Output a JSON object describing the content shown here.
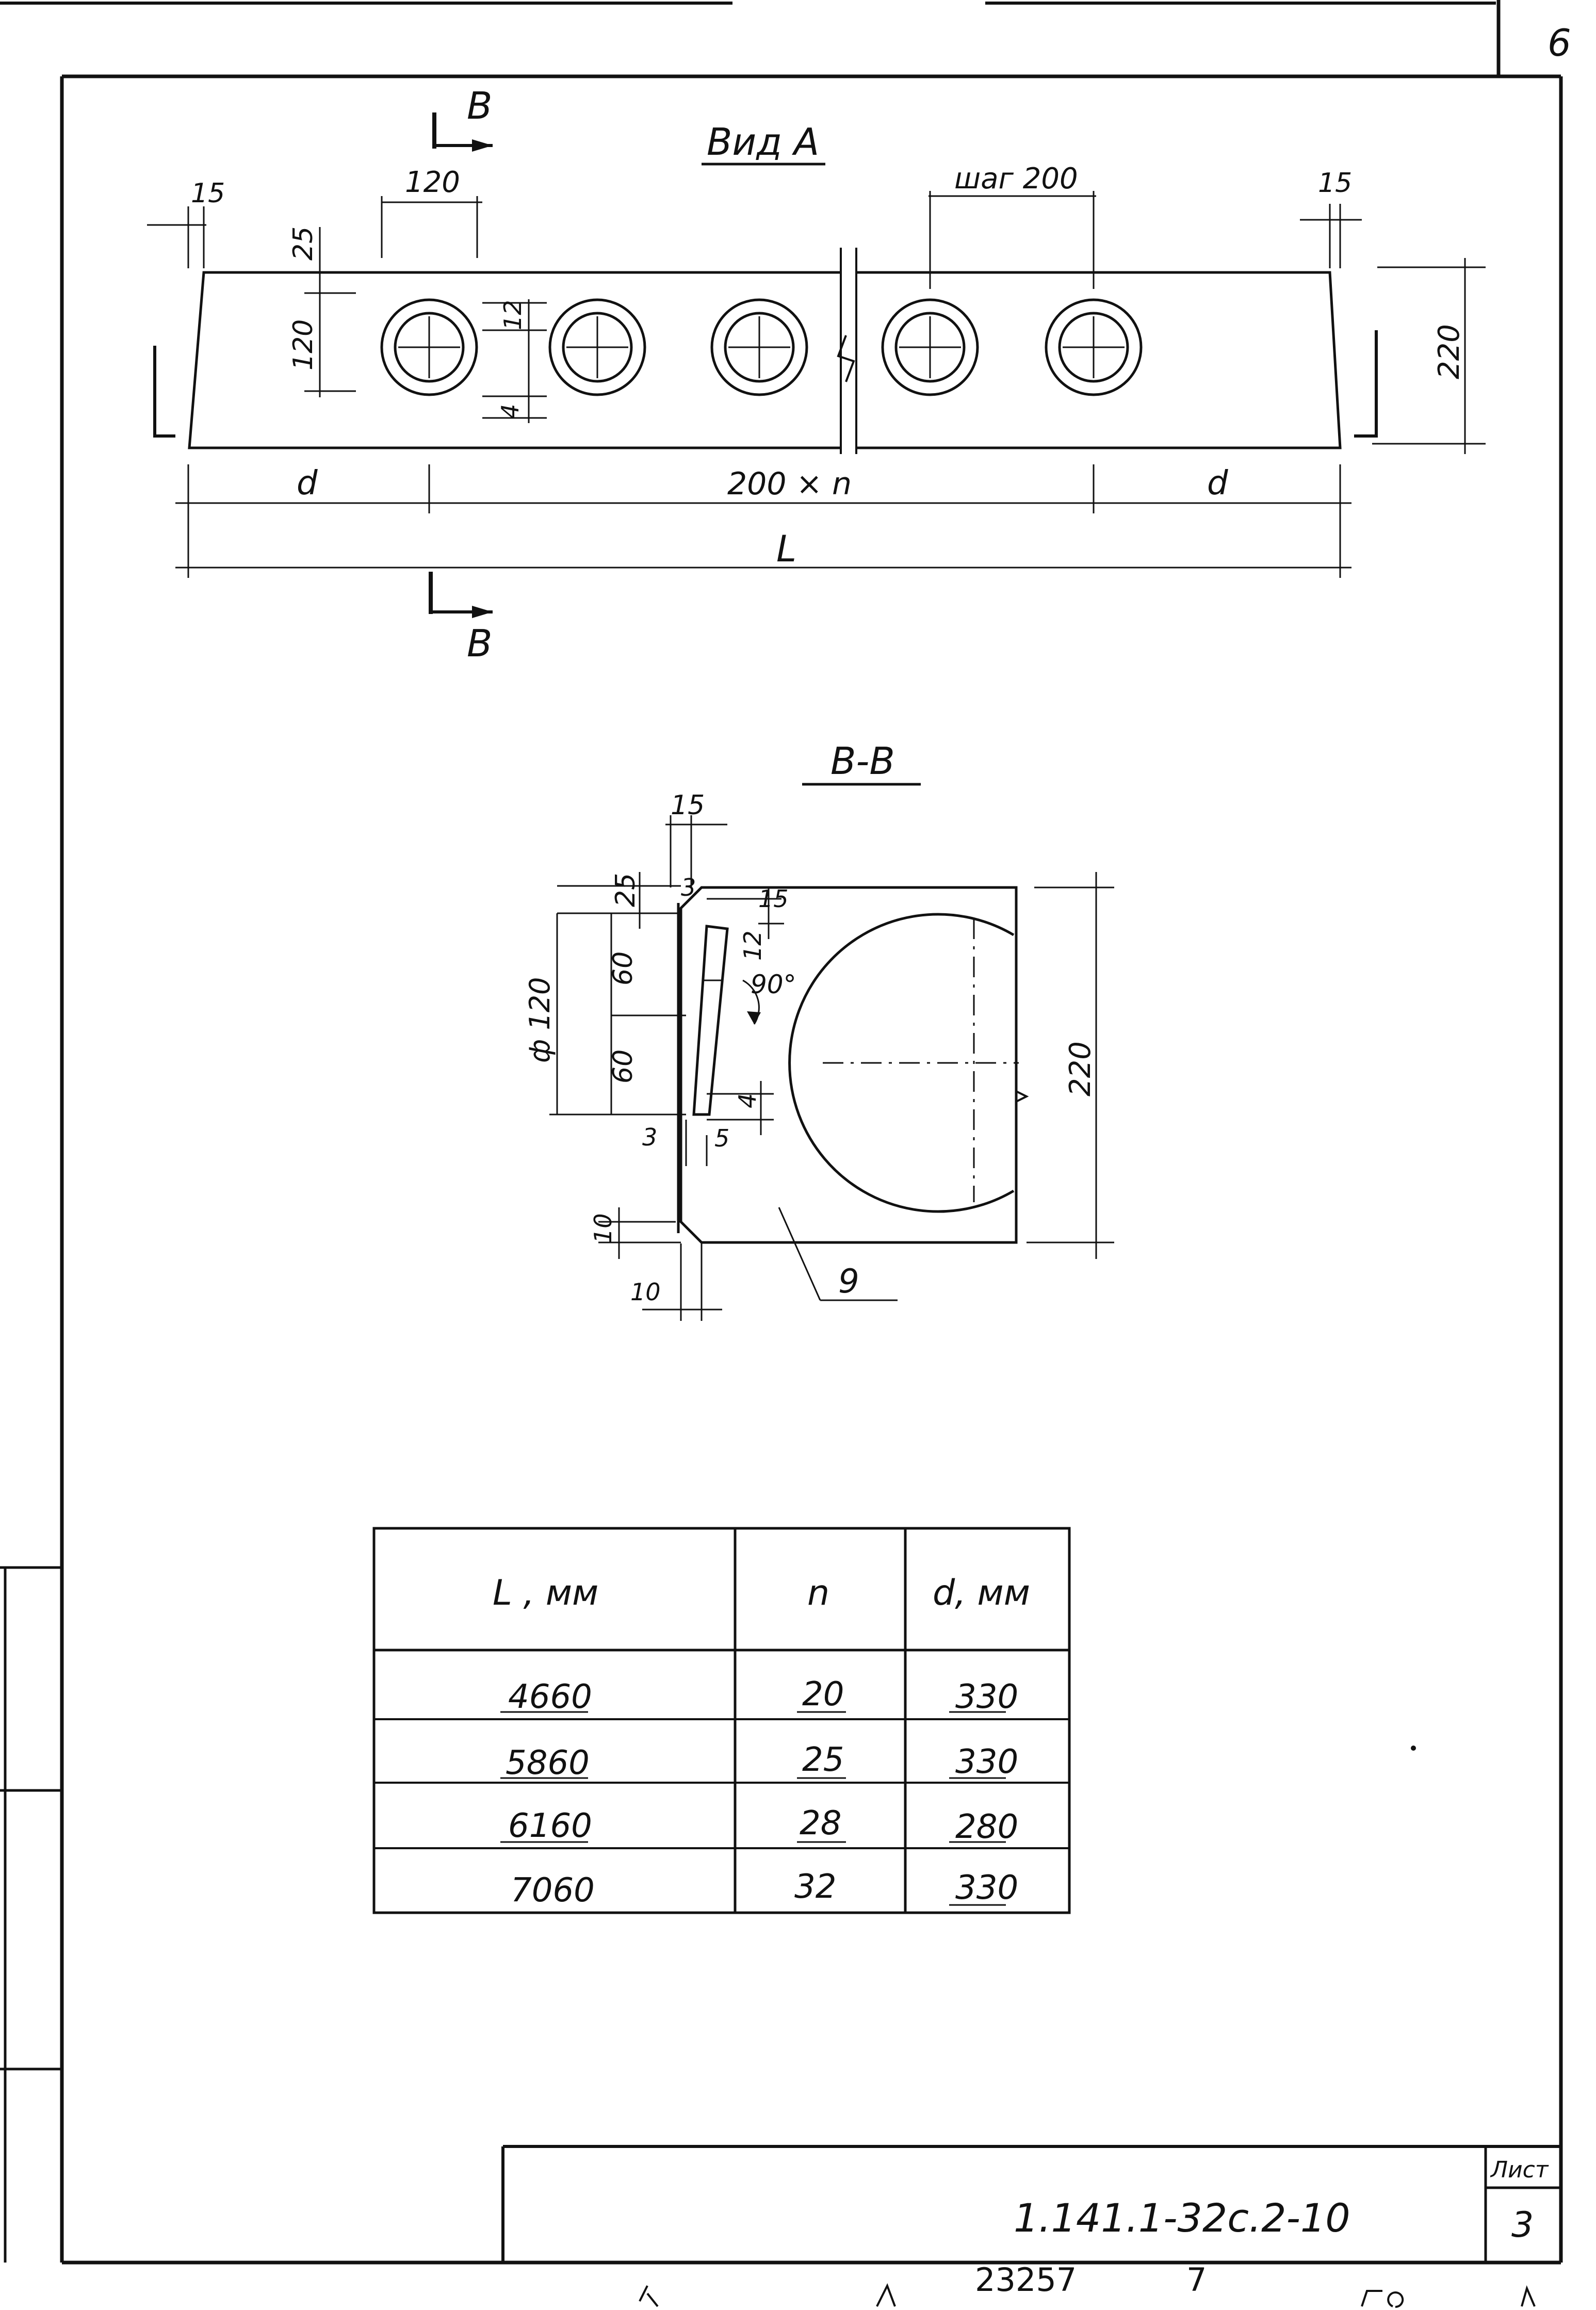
{
  "sheet_corner_number": "6",
  "view_a": {
    "title": "Вид А",
    "section_mark": "В",
    "dims": {
      "edge_left": "15",
      "edge_right": "15",
      "hole_width": "120",
      "pitch": "шаг 200",
      "top_offset": "25",
      "hole_dia": "120",
      "ring_12": "12",
      "ring_4": "4",
      "height": "220",
      "end_left": "d",
      "middle": "200 × n",
      "end_right": "d",
      "length": "L"
    }
  },
  "section_bb": {
    "title": "В-В",
    "dims": {
      "d15_top": "15",
      "d25": "25",
      "d3_top": "3",
      "d15_inner": "15",
      "d12": "12",
      "d60_upper": "60",
      "angle": "90°",
      "dia120": "ф 120",
      "d60_lower": "60",
      "d4": "4",
      "d3_bottom": "3",
      "d5": "5",
      "d10_side": "10",
      "d10_bottom": "10",
      "height": "220",
      "callout": "9"
    }
  },
  "table": {
    "headers": [
      "L , мм",
      "n",
      "d, мм"
    ],
    "rows": [
      [
        "4660",
        "20",
        "330"
      ],
      [
        "5860",
        "25",
        "330"
      ],
      [
        "6160",
        "28",
        "280"
      ],
      [
        "7060",
        "32",
        "330"
      ]
    ]
  },
  "title_block": {
    "sheet_label": "Лист",
    "designation": "1.141.1-32с.2-10",
    "sheet_number": "3"
  },
  "footer": {
    "code": "23257",
    "number": "7"
  }
}
